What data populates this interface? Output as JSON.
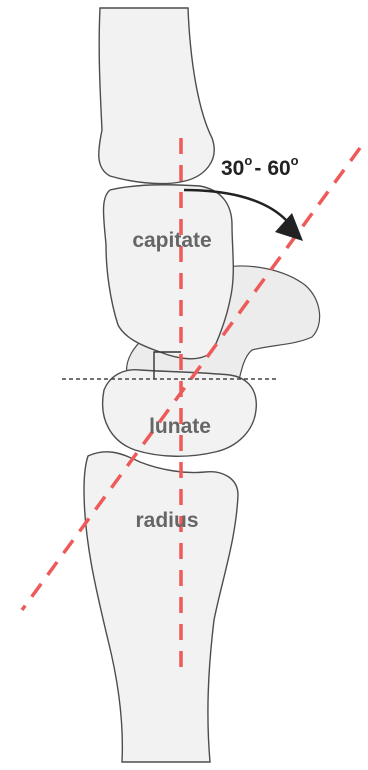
{
  "labels": {
    "capitate": "capitate",
    "lunate": "lunate",
    "radius": "radius"
  },
  "angle": {
    "from": "30",
    "separator": "-",
    "to": "60",
    "degree_symbol": "o"
  },
  "colors": {
    "axis": "#ee5a5a",
    "bone_fill": "#f2f2f2",
    "bone_stroke": "#4d4d4d",
    "label": "#666666"
  }
}
